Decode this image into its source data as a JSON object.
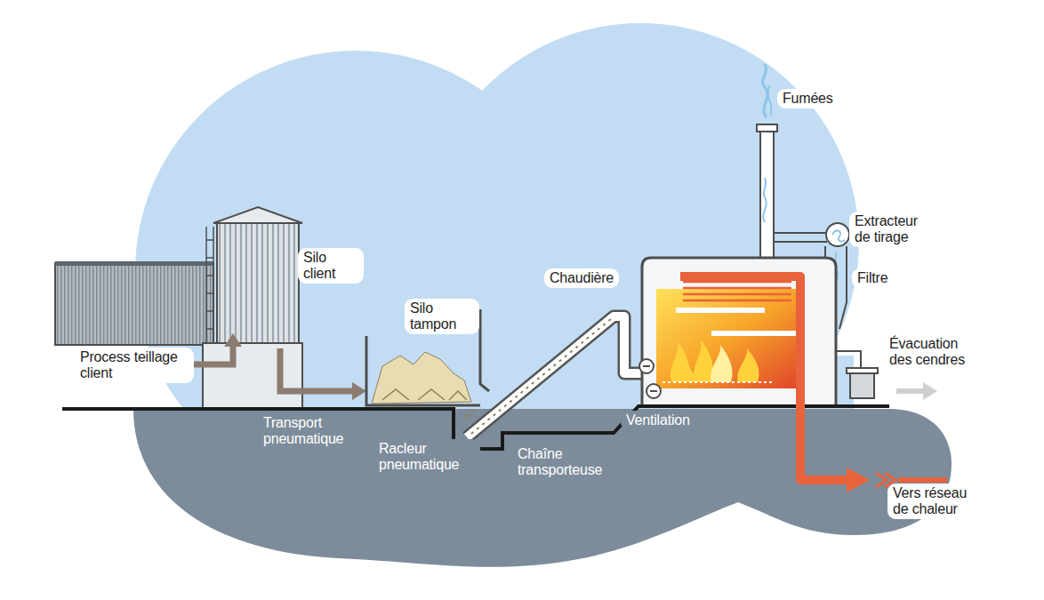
{
  "diagram": {
    "labels": [
      "Fumées",
      "Extracteur de tirage",
      "Silo client",
      "Filtre",
      "Chaudière",
      "Silo tampon",
      "Évacuation des cendres",
      "Process teillage client",
      "Transport pneumatique",
      "Racleur pneumatique",
      "Ventilation",
      "Chaîne transporteuse",
      "Vers réseau de chaleur"
    ]
  }
}
